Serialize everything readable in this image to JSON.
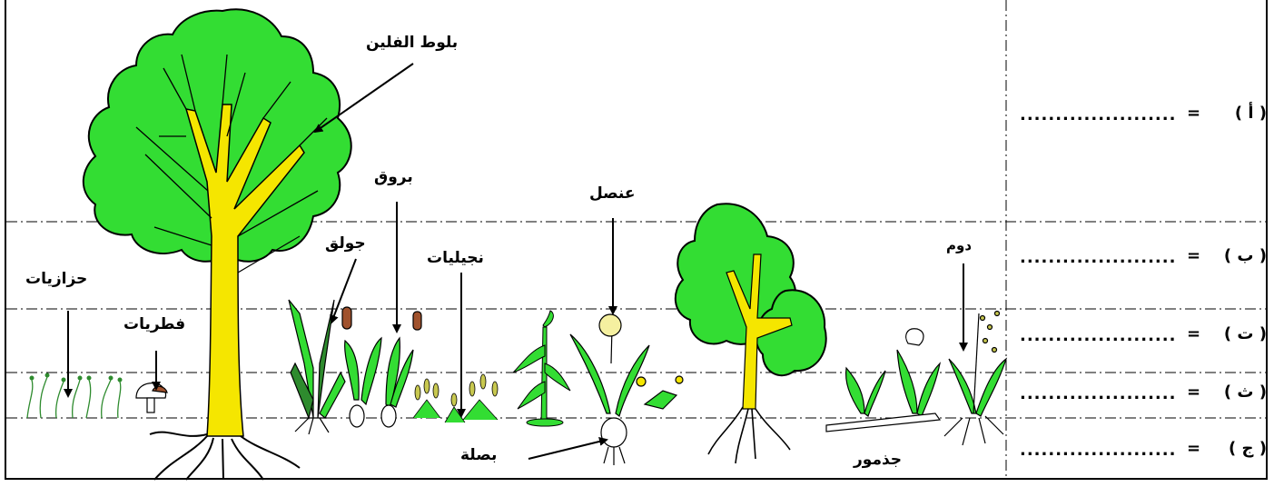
{
  "labels": {
    "cork_oak": "بلوط الفلين",
    "asphodel": "بروق",
    "urginea": "عنصل",
    "cattail": "جولق",
    "grasses": "نجيليات",
    "mosses": "حزازيات",
    "fungi": "فطريات",
    "palm": "دوم",
    "bulb": "بصلة",
    "rhizome": "جذمور"
  },
  "strata": [
    {
      "letter": "( أ )",
      "equals": "=",
      "blank": "......................"
    },
    {
      "letter": "( ب )",
      "equals": "=",
      "blank": "......................"
    },
    {
      "letter": "( ت )",
      "equals": "=",
      "blank": "......................"
    },
    {
      "letter": "( ث )",
      "equals": "=",
      "blank": "......................"
    },
    {
      "letter": "( ج )",
      "equals": "=",
      "blank": "......................"
    }
  ],
  "colors": {
    "foliage": "#33dd33",
    "trunk": "#f5e600",
    "leaf_dark": "#2e8b2e",
    "outline": "#000000"
  }
}
